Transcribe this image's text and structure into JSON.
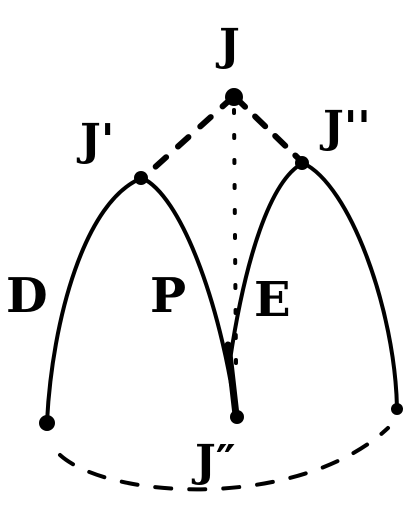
{
  "diagram": {
    "labels": {
      "top": "J",
      "left_peak": "J'",
      "right_peak": "J''",
      "bottom": "J″",
      "left_region": "D",
      "middle_region": "P",
      "right_region": "E"
    },
    "ink_color": "#000000",
    "background_color": "#ffffff"
  }
}
